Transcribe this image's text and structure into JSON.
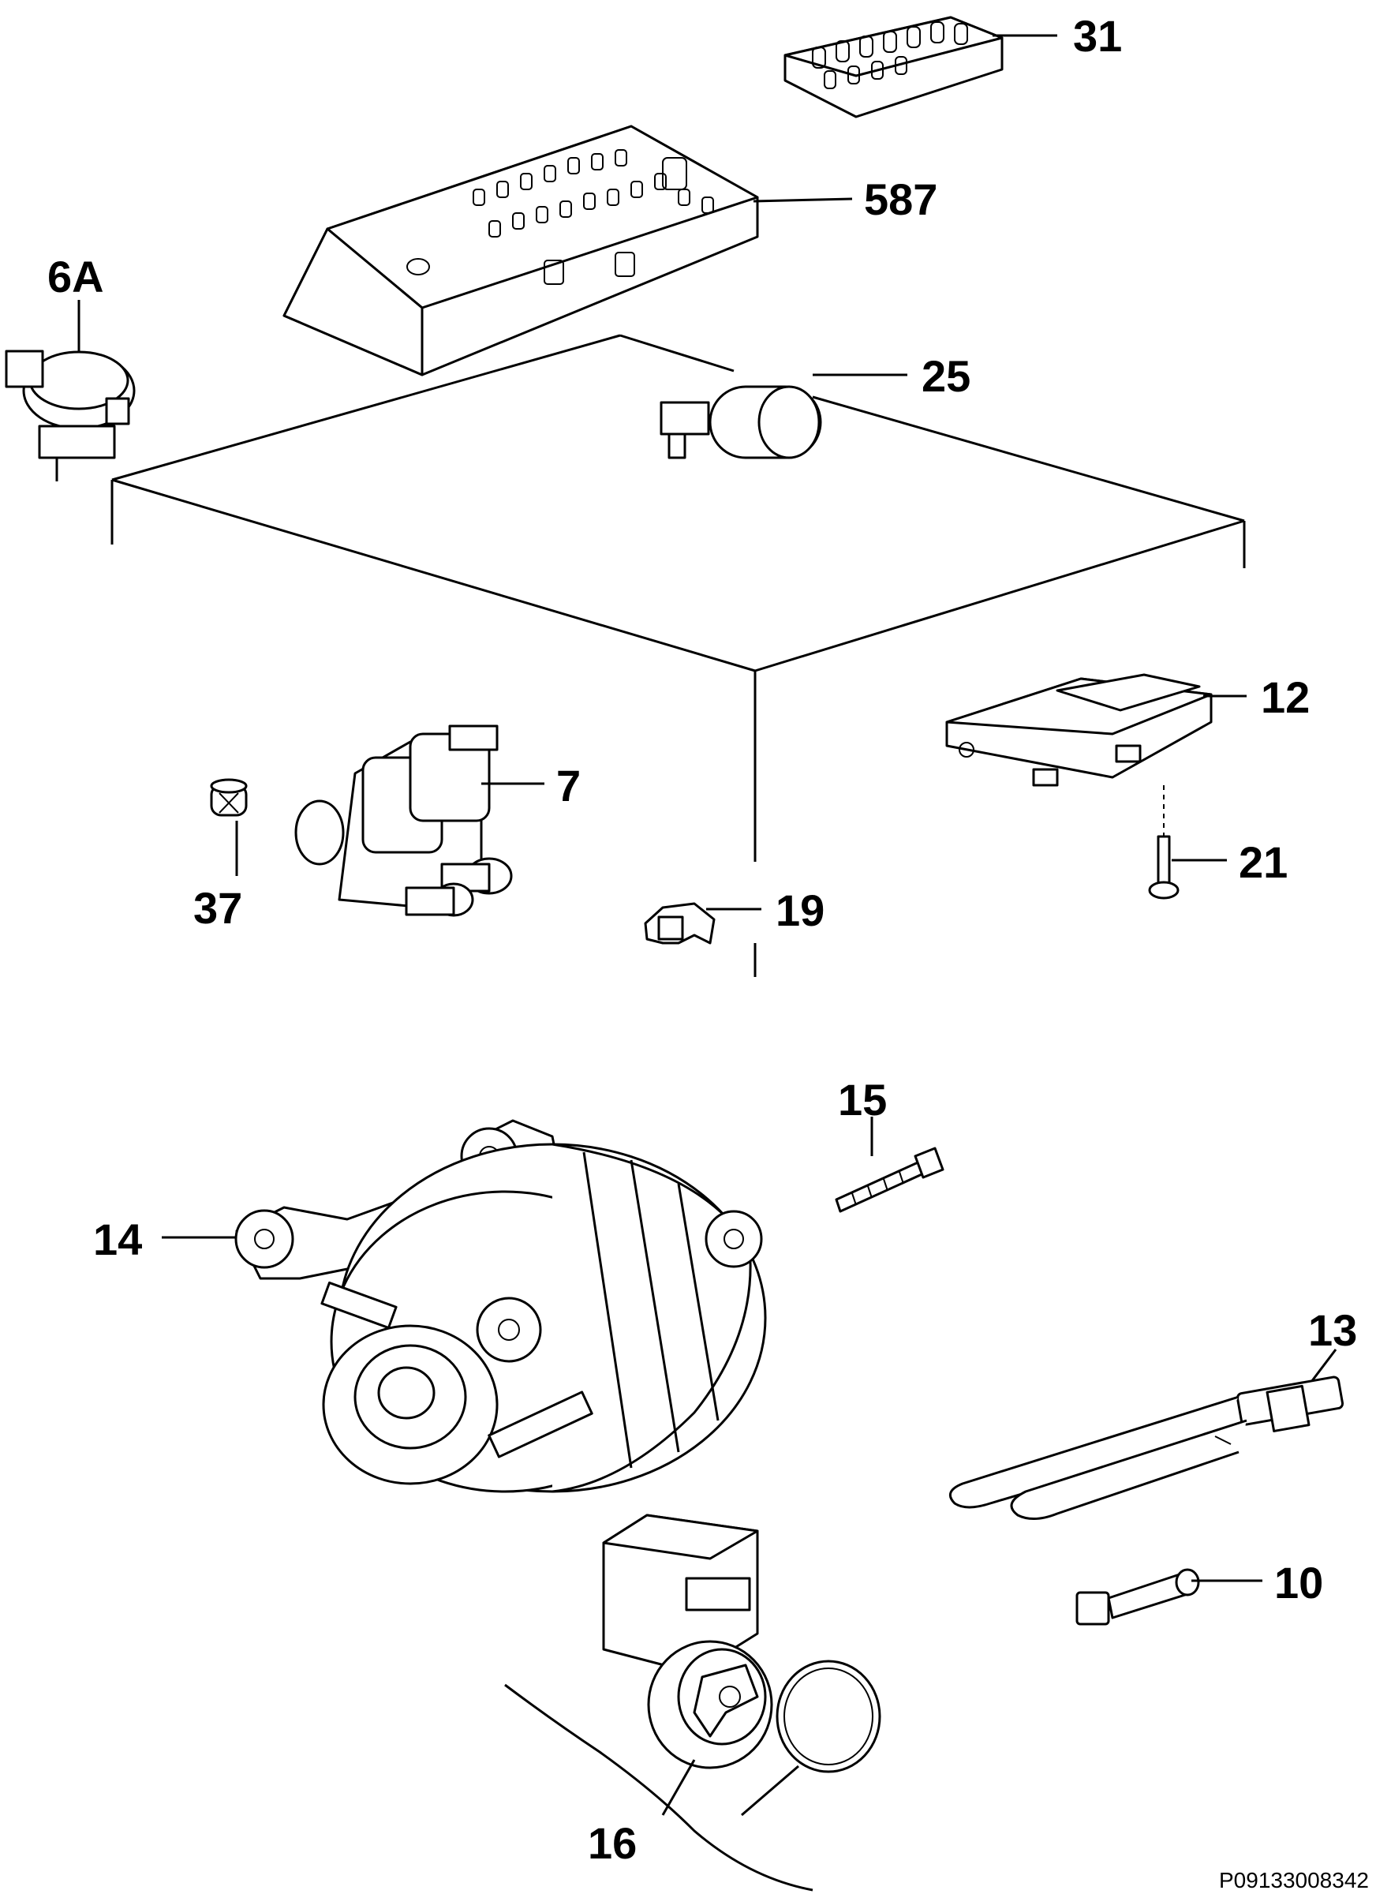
{
  "parts": [
    {
      "id": "p31",
      "label": "31"
    },
    {
      "id": "p587",
      "label": "587"
    },
    {
      "id": "p6A",
      "label": "6A"
    },
    {
      "id": "p25",
      "label": "25"
    },
    {
      "id": "p12",
      "label": "12"
    },
    {
      "id": "p7",
      "label": "7"
    },
    {
      "id": "p21",
      "label": "21"
    },
    {
      "id": "p37",
      "label": "37"
    },
    {
      "id": "p19",
      "label": "19"
    },
    {
      "id": "p15",
      "label": "15"
    },
    {
      "id": "p14",
      "label": "14"
    },
    {
      "id": "p13",
      "label": "13"
    },
    {
      "id": "p10",
      "label": "10"
    },
    {
      "id": "p16",
      "label": "16"
    }
  ],
  "drawing_code": "P09133008342"
}
